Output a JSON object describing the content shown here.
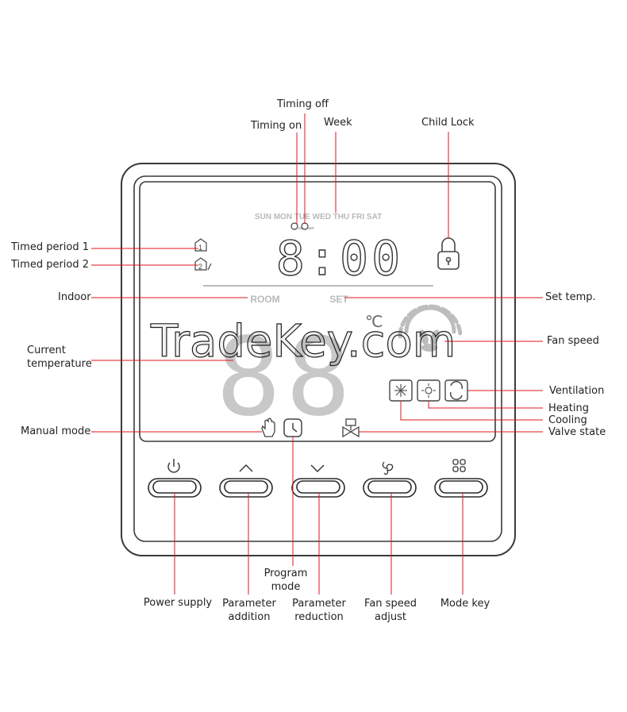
{
  "labels": {
    "timing_off": "Timing off",
    "timing_on": "Timing on",
    "week": "Week",
    "child_lock": "Child Lock",
    "timed_period_1": "Timed period 1",
    "timed_period_2": "Timed period 2",
    "indoor": "Indoor",
    "set_temp": "Set temp.",
    "fan_speed": "Fan speed",
    "current_temperature_line1": "Current",
    "current_temperature_line2": "temperature",
    "ventilation": "Ventilation",
    "heating": "Heating",
    "cooling": "Cooling",
    "manual_mode": "Manual mode",
    "valve_state": "Valve state",
    "program_mode_line1": "Program",
    "program_mode_line2": "mode",
    "power_supply": "Power supply",
    "parameter_addition_line1": "Parameter",
    "parameter_addition_line2": "addition",
    "parameter_reduction_line1": "Parameter",
    "parameter_reduction_line2": "reduction",
    "fan_speed_adjust_line1": "Fan speed",
    "fan_speed_adjust_line2": "adjust",
    "mode_key": "Mode key"
  },
  "lcd": {
    "weekdays": "SUN MON TUE WED THU FRI SAT",
    "timer_on_small": "ON",
    "timer_off_small": "OFF",
    "room": "ROOM",
    "set": "SET",
    "clock": "8:00",
    "temperature": "88",
    "unit": "℃",
    "period_1": "1",
    "period_2": "2"
  },
  "watermark": "TradeKey.com",
  "colors": {
    "leader_line": "#e0141e",
    "lcd_segment": "#b9b9b9",
    "outline": "#3a3a3a"
  }
}
